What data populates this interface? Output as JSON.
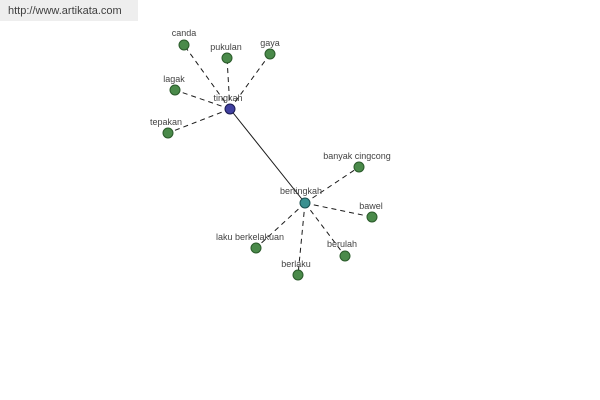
{
  "site_url": "http://www.artikata.com",
  "hubs": {
    "a": {
      "label": "tingkah"
    },
    "b": {
      "label": "bertingkah"
    }
  },
  "leaves_a": [
    {
      "label": "canda"
    },
    {
      "label": "pukulan"
    },
    {
      "label": "gaya"
    },
    {
      "label": "lagak"
    },
    {
      "label": "tepakan"
    }
  ],
  "leaves_b": [
    {
      "label": "banyak cingcong"
    },
    {
      "label": "bawel"
    },
    {
      "label": "berulah"
    },
    {
      "label": "berlaku"
    },
    {
      "label": "laku berkelakuan"
    }
  ],
  "colors": {
    "leaf_node": "#4a8a4a",
    "hub_a_node": "#4040a0",
    "hub_b_node": "#3a9090"
  }
}
